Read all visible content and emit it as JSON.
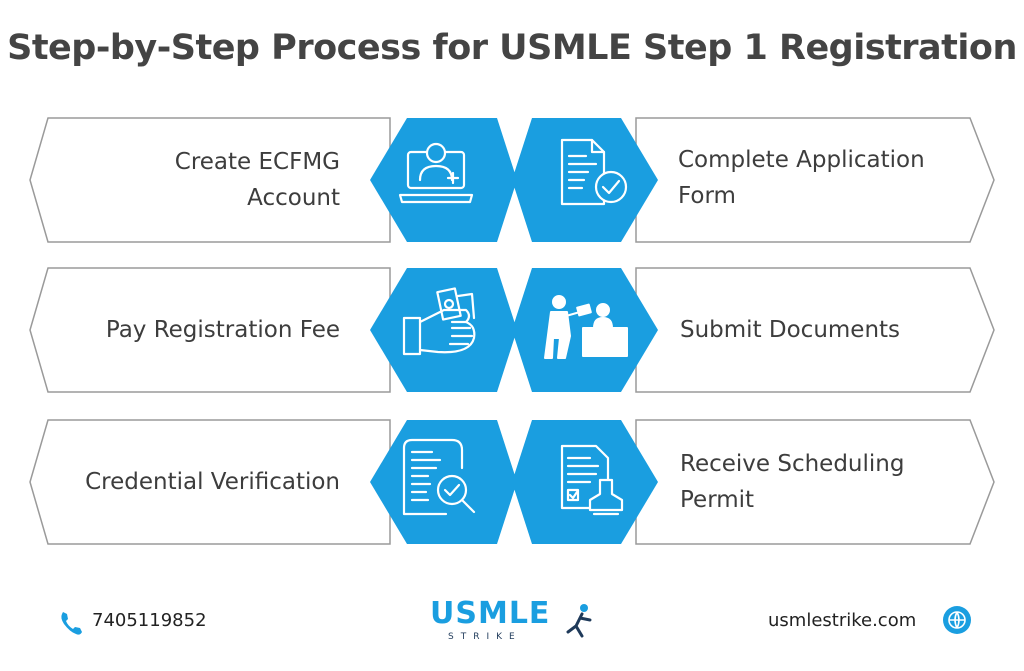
{
  "title": "Step-by-Step Process for USMLE Step 1 Registration",
  "steps": [
    {
      "lines": [
        "Create ECFMG",
        "Account"
      ],
      "side": "left",
      "icon": "laptop-user-icon"
    },
    {
      "lines": [
        "Complete Application",
        "Form"
      ],
      "side": "right",
      "icon": "document-check-icon"
    },
    {
      "lines": [
        "Pay Registration Fee"
      ],
      "side": "left",
      "icon": "hand-money-icon"
    },
    {
      "lines": [
        "Submit Documents"
      ],
      "side": "right",
      "icon": "desk-submission-icon"
    },
    {
      "lines": [
        "Credential Verification"
      ],
      "side": "left",
      "icon": "document-magnifier-icon"
    },
    {
      "lines": [
        "Receive Scheduling",
        "Permit"
      ],
      "side": "right",
      "icon": "permit-stamp-icon"
    }
  ],
  "footer": {
    "phone": "7405119852",
    "website": "usmlestrike.com",
    "logo_main": "USMLE",
    "logo_sub": "STRIKE"
  },
  "colors": {
    "accent": "#1a9ee0",
    "text": "#3d3d3d",
    "outline": "#9a9a9a"
  }
}
